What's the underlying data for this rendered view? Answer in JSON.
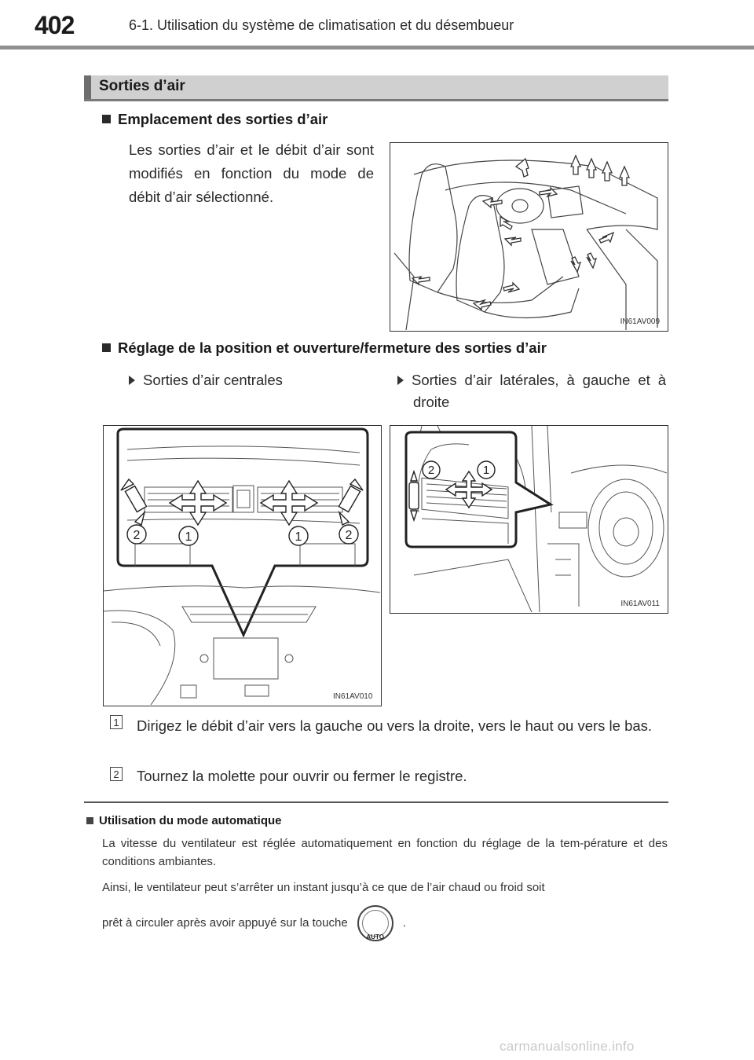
{
  "header": {
    "page_number": "402",
    "running_title": "6-1. Utilisation du système de climatisation et du désembueur"
  },
  "section": {
    "title": "Sorties d’air"
  },
  "location": {
    "heading": "Emplacement des sorties d’air",
    "text": "Les sorties d’air et le débit d’air sont modifiés en fonction du mode de débit d’air sélectionné.",
    "figure_code": "IN61AV009"
  },
  "adjust": {
    "heading": "Réglage de la position et ouverture/fermeture des sorties d’air",
    "center_label": "Sorties d’air centrales",
    "side_label": "Sorties d’air latérales, à gauche et à droite",
    "figure_center_code": "IN61AV010",
    "figure_side_code": "IN61AV011",
    "callouts": [
      "1",
      "2"
    ]
  },
  "steps": [
    {
      "num": "1",
      "text": "Dirigez le débit d’air vers la gauche ou vers la droite, vers le haut ou vers le bas."
    },
    {
      "num": "2",
      "text": "Tournez la molette pour ouvrir ou fermer le registre."
    }
  ],
  "note": {
    "heading": "Utilisation du mode automatique",
    "para1": "La vitesse du ventilateur est réglée automatiquement en fonction du réglage de la tem-pérature et des conditions ambiantes.",
    "para2_line1": "Ainsi, le ventilateur peut s’arrêter un instant jusqu’à ce que de l’air chaud ou froid soit",
    "para2_line2_before": "prêt à circuler après avoir appuyé sur la touche",
    "para2_line2_after": ".",
    "button_label": "AUTO"
  },
  "watermark": "carmanualsonline.info"
}
